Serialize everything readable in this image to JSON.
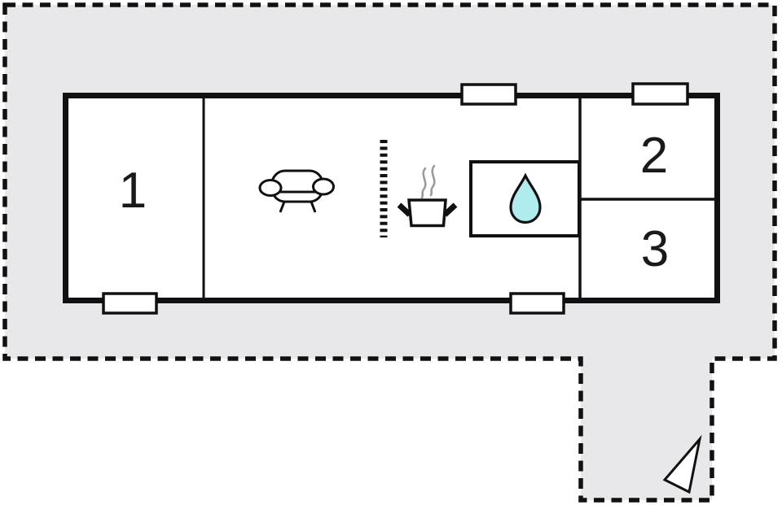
{
  "plan": {
    "rooms": {
      "room1": {
        "label": "1"
      },
      "room2": {
        "label": "2"
      },
      "room3": {
        "label": "3"
      }
    },
    "icons": {
      "sofa": "sofa-icon",
      "partition": "ladder-dashes-icon",
      "stove": "steaming-pot-icon",
      "sink": "water-drop-icon",
      "compass": "north-arrow-icon"
    },
    "windows_count": "4",
    "colors": {
      "plot_fill": "#e8e8ea",
      "line": "#111111",
      "drop_fill": "#b0ebee",
      "steam": "#9b9b9b",
      "window_fill": "#ffffff"
    }
  }
}
